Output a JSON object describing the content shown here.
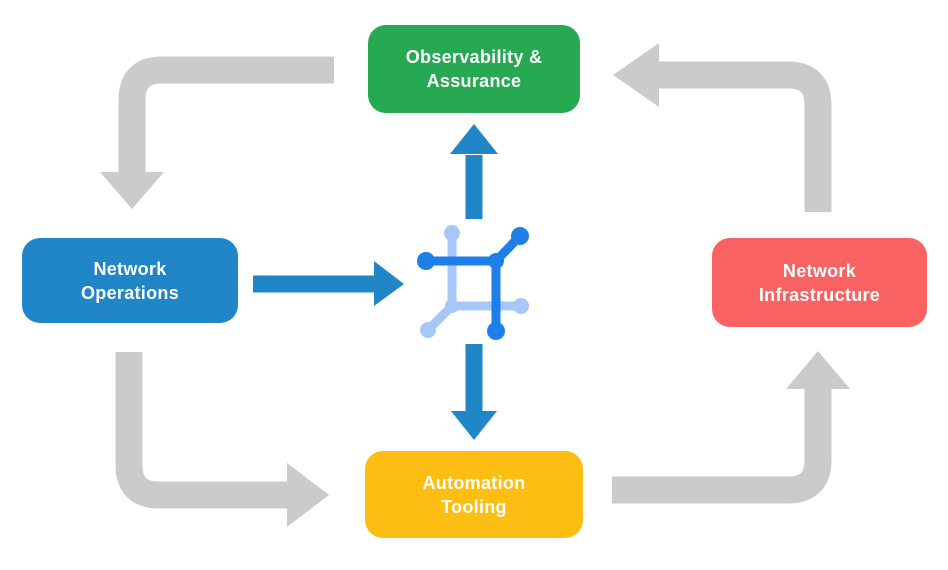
{
  "title": "Network automation cycle diagram",
  "colors": {
    "background": "#FFFFFF",
    "cycle_arrow": "#CBCBCB",
    "flow_arrow": "#2186C7",
    "text": "#FFFFFF"
  },
  "nodes": [
    {
      "id": "observability-assurance",
      "lines": [
        "Observability &",
        "Assurance"
      ],
      "color": "#27A953"
    },
    {
      "id": "network-operations",
      "lines": [
        "Network",
        "Operations"
      ],
      "color": "#2186C7"
    },
    {
      "id": "network-infrastructure",
      "lines": [
        "Network",
        "Infrastructure"
      ],
      "color": "#F96262"
    },
    {
      "id": "automation-tooling",
      "lines": [
        "Automation",
        "Tooling"
      ],
      "color": "#FCBE12"
    }
  ],
  "center_icon": {
    "name": "network-automation-icon",
    "primary": "#1E7FE8",
    "secondary": "#A7C7F9"
  },
  "cycle_flow": [
    "observability-assurance -> network-operations",
    "network-operations -> automation-tooling",
    "automation-tooling -> network-infrastructure",
    "network-infrastructure -> observability-assurance"
  ],
  "center_flows": [
    "network-operations -> network-automation-icon",
    "network-automation-icon -> observability-assurance",
    "network-automation-icon -> automation-tooling"
  ]
}
